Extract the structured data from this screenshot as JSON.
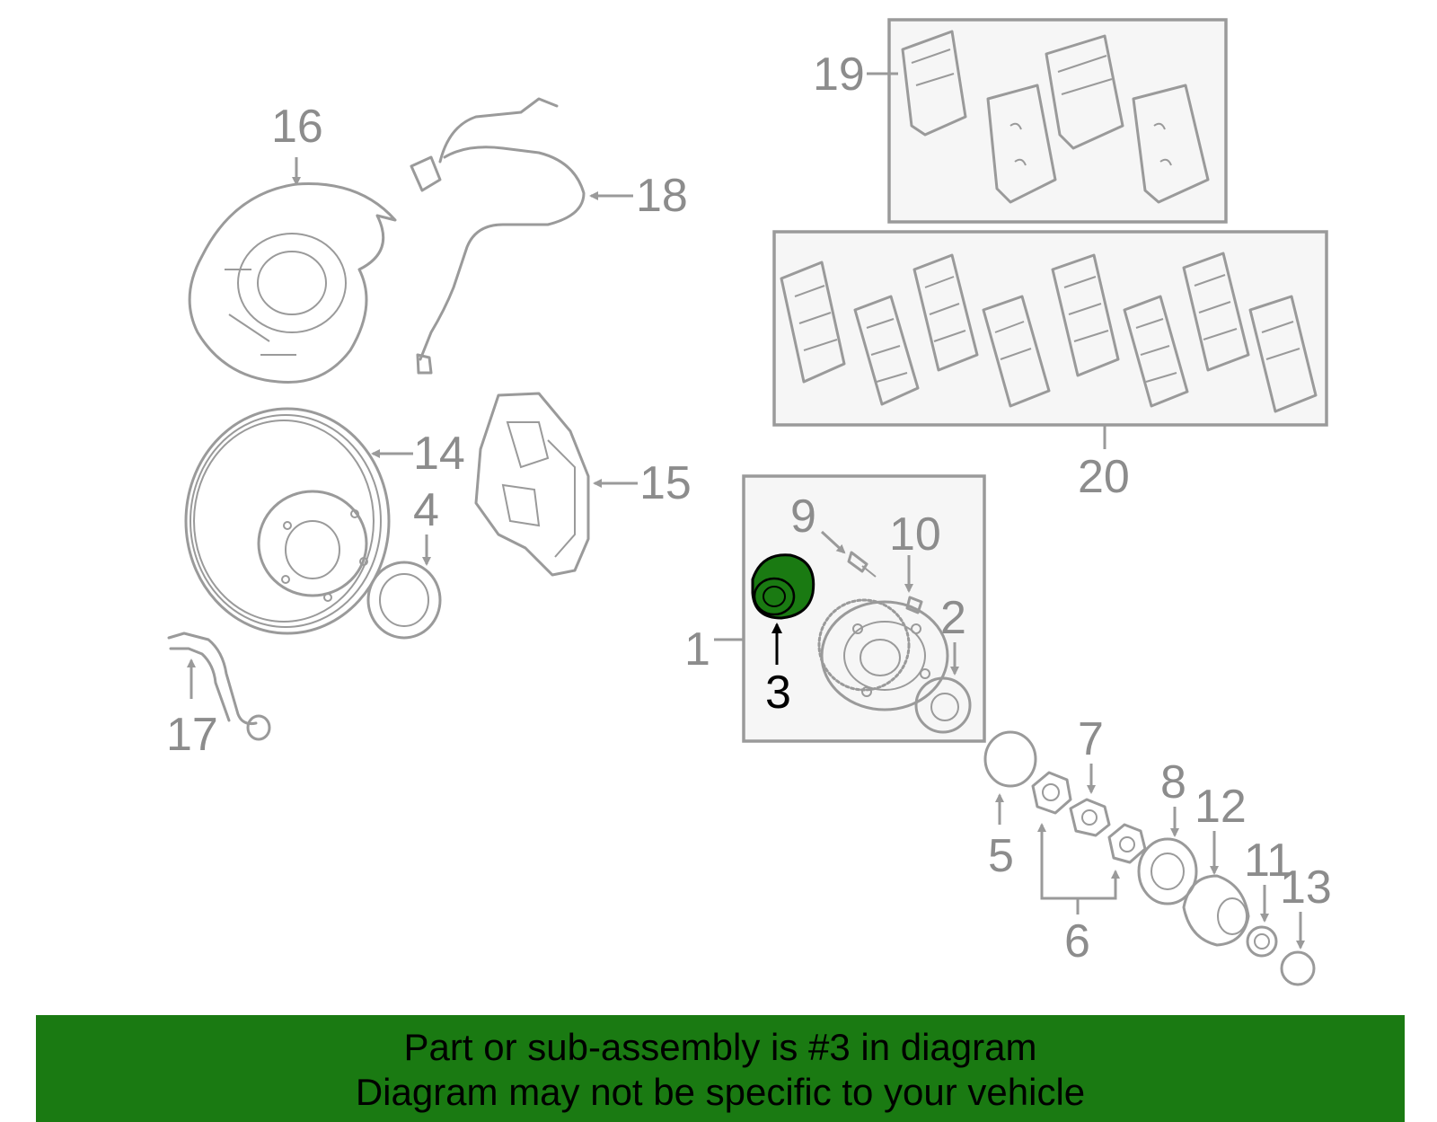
{
  "diagram": {
    "callouts": {
      "c1": "1",
      "c2": "2",
      "c3": "3",
      "c4": "4",
      "c5": "5",
      "c6": "6",
      "c7": "7",
      "c8": "8",
      "c9": "9",
      "c10": "10",
      "c11": "11",
      "c12": "12",
      "c13": "13",
      "c14": "14",
      "c15": "15",
      "c16": "16",
      "c17": "17",
      "c18": "18",
      "c19": "19",
      "c20": "20"
    },
    "highlight_part": "3",
    "colors": {
      "part_line": "#9a9a9a",
      "highlight": "#1a7a12",
      "footer_bg": "#1a7a12",
      "box_fill": "#f6f6f6"
    }
  },
  "footer": {
    "line1": "Part or sub-assembly is #3 in diagram",
    "line2": "Diagram may not be specific to your vehicle"
  }
}
